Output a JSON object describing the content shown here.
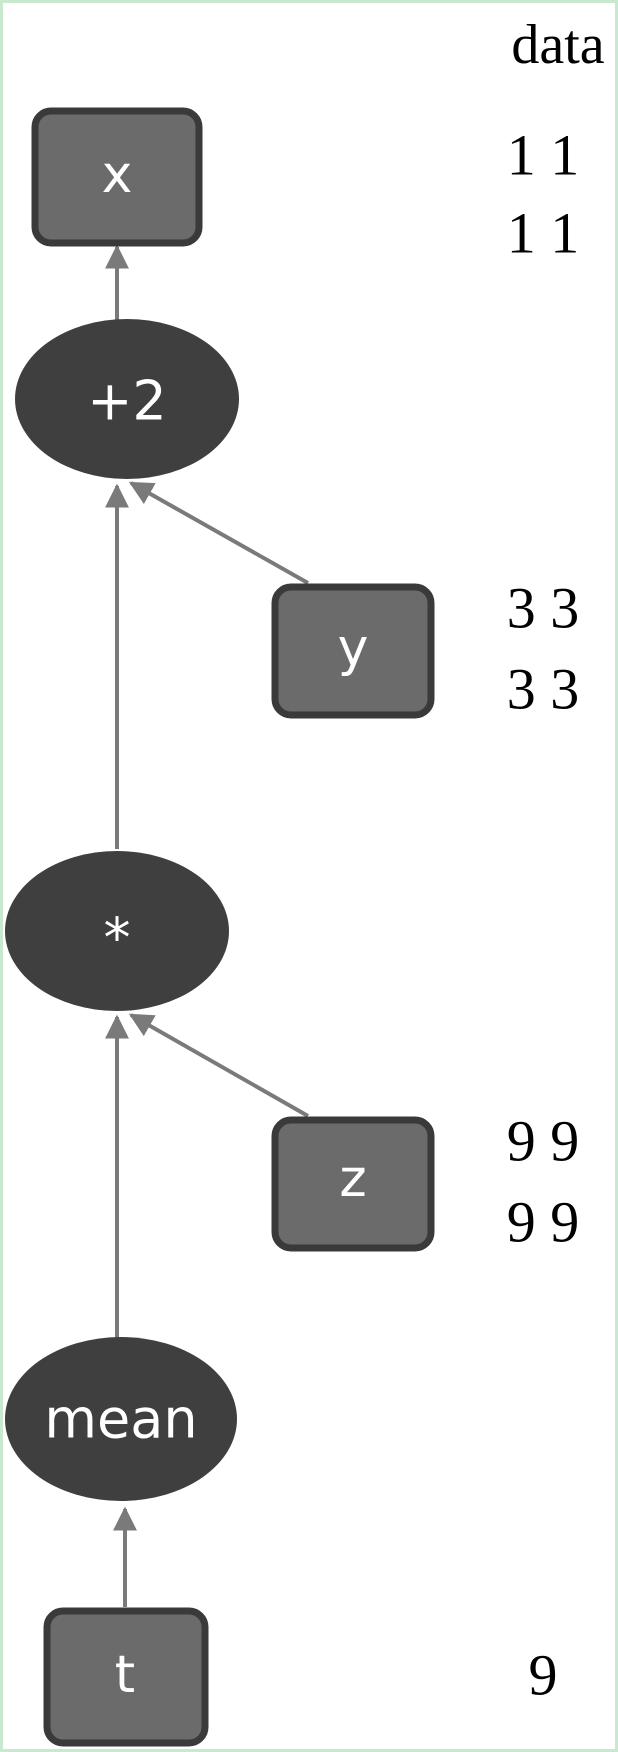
{
  "header": {
    "data_label": "data"
  },
  "nodes": {
    "x": {
      "label": "x",
      "data_rows": [
        "1 1",
        "1 1"
      ]
    },
    "plus2": {
      "label": "+2"
    },
    "y": {
      "label": "y",
      "data_rows": [
        "3 3",
        "3 3"
      ]
    },
    "mul": {
      "label": "*"
    },
    "z": {
      "label": "z",
      "data_rows": [
        "9 9",
        "9 9"
      ]
    },
    "mean": {
      "label": "mean"
    },
    "t": {
      "label": "t",
      "data_rows": [
        "9"
      ]
    }
  },
  "colors": {
    "variable_fill": "#6b6b6b",
    "variable_border": "#3a3a3a",
    "operation_fill": "#3f3f3f",
    "edge": "#7a7a7a",
    "frame": "#c8e8d0"
  }
}
